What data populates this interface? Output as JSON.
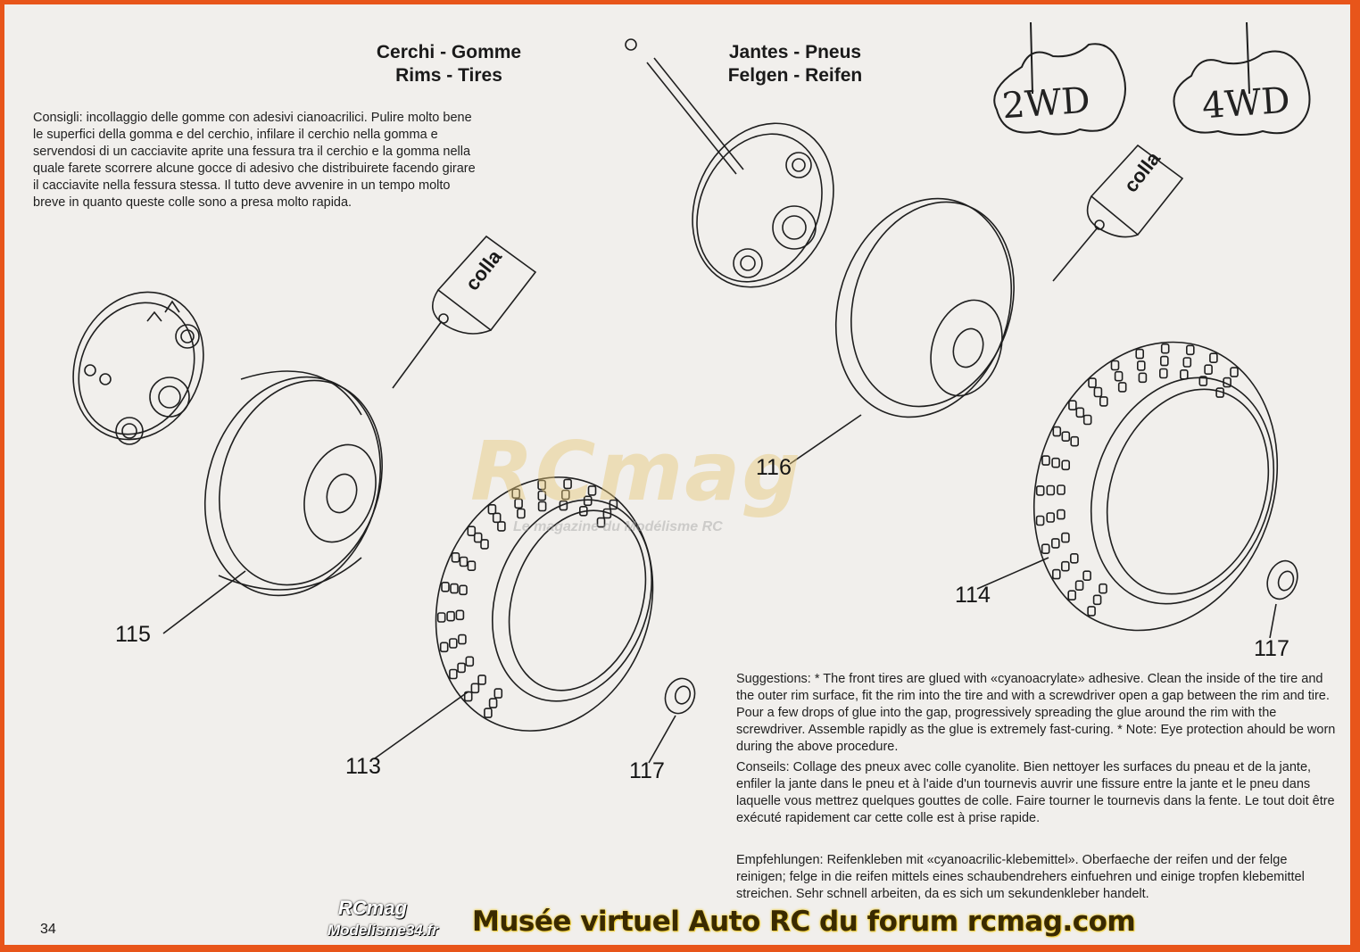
{
  "headings": {
    "it": "Cerchi - Gomme",
    "en": "Rims - Tires",
    "fr": "Jantes - Pneus",
    "de": "Felgen - Reifen"
  },
  "instructions_it": "Consigli: incollaggio delle gomme con adesivi cianoacrilici. Pulire molto bene le superfici della gomma e del cerchio, infilare il cerchio nella gomma e servendosi di un cacciavite aprite una fessura tra il cerchio e la gomma nella quale farete scorrere alcune gocce di adesivo che distribuirete facendo girare il cacciavite nella fessura stessa. Il tutto deve avvenire in un tempo molto breve in quanto queste colle sono a presa molto rapida.",
  "instructions_en": "Suggestions: * The front tires are glued with «cyanoacrylate» adhesive. Clean the inside of the tire and the outer rim surface, fit the rim into the tire and with a screwdriver open a gap between the rim and tire. Pour a few drops of glue into the gap, progressively spreading the glue around the rim with the screwdriver. Assemble rapidly as the glue is extremely fast-curing. * Note: Eye protection ahould be worn during the above procedure.",
  "instructions_fr": "Conseils: Collage des pneux avec colle cyanolite. Bien nettoyer les surfaces du pneau et de la jante, enfiler la jante dans le pneu et à l'aide d'un tournevis auvrir une fissure entre la jante et le pneu dans laquelle vous mettrez quelques gouttes de colle. Faire tourner le tournevis dans la fente. Le tout doit être exécuté rapidement car cette colle est à prise rapide.",
  "instructions_de": "Empfehlungen: Reifenkleben mit «cyanoacrilic-klebemittel». Oberfaeche der reifen und der felge reinigen; felge in die reifen mittels eines schaubendrehers einfuehren und einige tropfen klebemittel streichen. Sehr schnell arbeiten, da es sich um sekundenkleber handelt.",
  "glue_label": "colla",
  "drive_labels": {
    "two": "2WD",
    "four": "4WD"
  },
  "part_numbers": {
    "rim_left": "115",
    "tire_left": "113",
    "nut_left": "117",
    "rim_right": "116",
    "tire_right": "114",
    "nut_right": "117"
  },
  "page_number": "34",
  "watermark": {
    "logo": "RCmag",
    "tagline": "Le magazine du Modélisme RC"
  },
  "footer": {
    "banner": "Musée virtuel Auto RC du forum rcmag.com",
    "logo_top": "RCmag",
    "logo_bottom": "Modelisme34.fr"
  },
  "colors": {
    "border": "#e8551a",
    "paper": "#f1efec",
    "ink": "#1a1a1a",
    "banner_glow": "#f0d040"
  }
}
